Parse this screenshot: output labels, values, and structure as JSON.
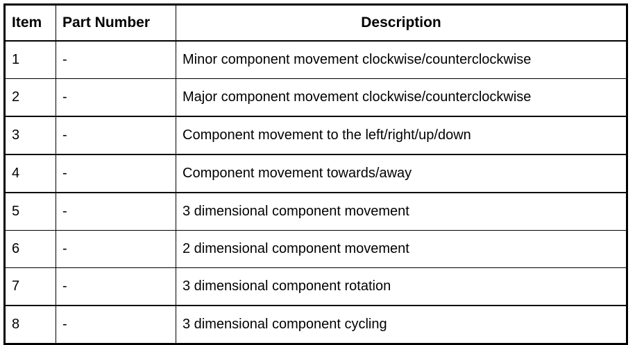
{
  "table": {
    "columns": [
      {
        "key": "item",
        "label": "Item",
        "align": "left"
      },
      {
        "key": "part_number",
        "label": "Part Number",
        "align": "left"
      },
      {
        "key": "description",
        "label": "Description",
        "align": "center"
      }
    ],
    "rows": [
      {
        "item": "1",
        "part_number": "-",
        "description": "Minor component movement clockwise/counterclockwise"
      },
      {
        "item": "2",
        "part_number": "-",
        "description": "Major component movement clockwise/counterclockwise"
      },
      {
        "item": "3",
        "part_number": "-",
        "description": "Component movement to the left/right/up/down"
      },
      {
        "item": "4",
        "part_number": "-",
        "description": "Component movement towards/away"
      },
      {
        "item": "5",
        "part_number": "-",
        "description": "3 dimensional component movement"
      },
      {
        "item": "6",
        "part_number": "-",
        "description": "2 dimensional component movement"
      },
      {
        "item": "7",
        "part_number": "-",
        "description": "3 dimensional component rotation"
      },
      {
        "item": "8",
        "part_number": "-",
        "description": "3 dimensional component cycling"
      }
    ]
  },
  "style": {
    "border_color": "#000000",
    "text_color": "#000000",
    "background": "#ffffff"
  }
}
